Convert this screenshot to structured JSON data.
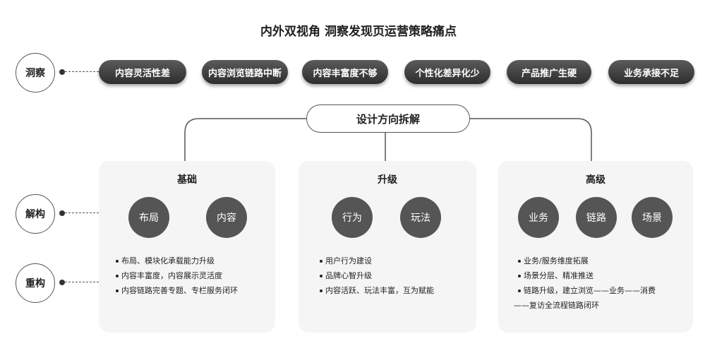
{
  "title": "内外双视角 洞察发现页运营策略痛点",
  "side_labels": {
    "insight": "洞察",
    "deconstruct": "解构",
    "reconstruct": "重构"
  },
  "insight_tags": [
    "内容灵活性差",
    "内容浏览链路中断",
    "内容丰富度不够",
    "个性化差异化少",
    "产品推广生硬",
    "业务承接不足"
  ],
  "design_direction": "设计方向拆解",
  "panels": [
    {
      "title": "基础",
      "nodes": [
        "布局",
        "内容"
      ],
      "bullets": [
        "布局、模块化承载能力升级",
        "内容丰富度，内容展示灵活度",
        "内容链路完善专题、专栏服务闭环"
      ]
    },
    {
      "title": "升级",
      "nodes": [
        "行为",
        "玩法"
      ],
      "bullets": [
        "用户行为建设",
        "品牌心智升级",
        "内容活跃、玩法丰富，互为赋能"
      ]
    },
    {
      "title": "高级",
      "nodes": [
        "业务",
        "链路",
        "场景"
      ],
      "bullets": [
        "业务/服务维度拓展",
        "场景分层、精准推送",
        "链路升级，建立浏览——业务——消费"
      ],
      "bullet_continuation": "——复访全流程链路闭环"
    }
  ],
  "colors": {
    "pill_dark": "#3f3f3f",
    "node_gray": "#555555",
    "panel_bg": "#f5f5f5"
  }
}
